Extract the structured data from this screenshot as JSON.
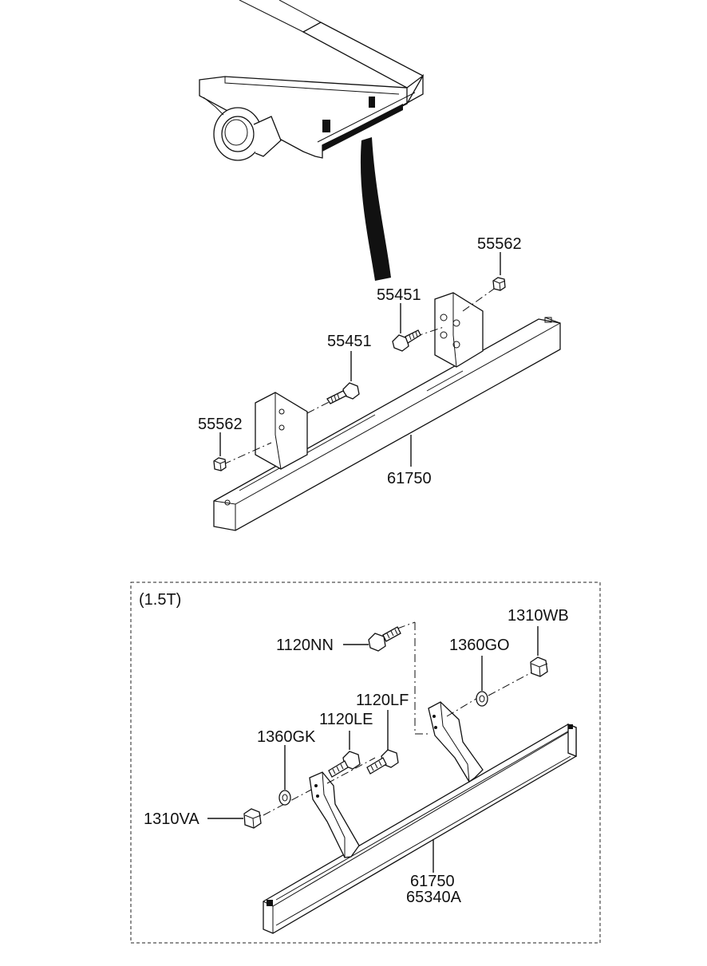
{
  "diagram": {
    "upper": {
      "labels": {
        "nut_top": "55562",
        "bolt_top": "55451",
        "bolt_left": "55451",
        "nut_left": "55562",
        "bar": "61750"
      }
    },
    "lower": {
      "box_label": "(1.5T)",
      "labels": {
        "nut_right": "1310WB",
        "bolt_top": "1120NN",
        "washer_right": "1360GO",
        "bolt_lf": "1120LF",
        "bolt_le": "1120LE",
        "washer_left": "1360GK",
        "nut_left": "1310VA",
        "bar_line1": "61750",
        "bar_line2": "65340A"
      }
    }
  }
}
